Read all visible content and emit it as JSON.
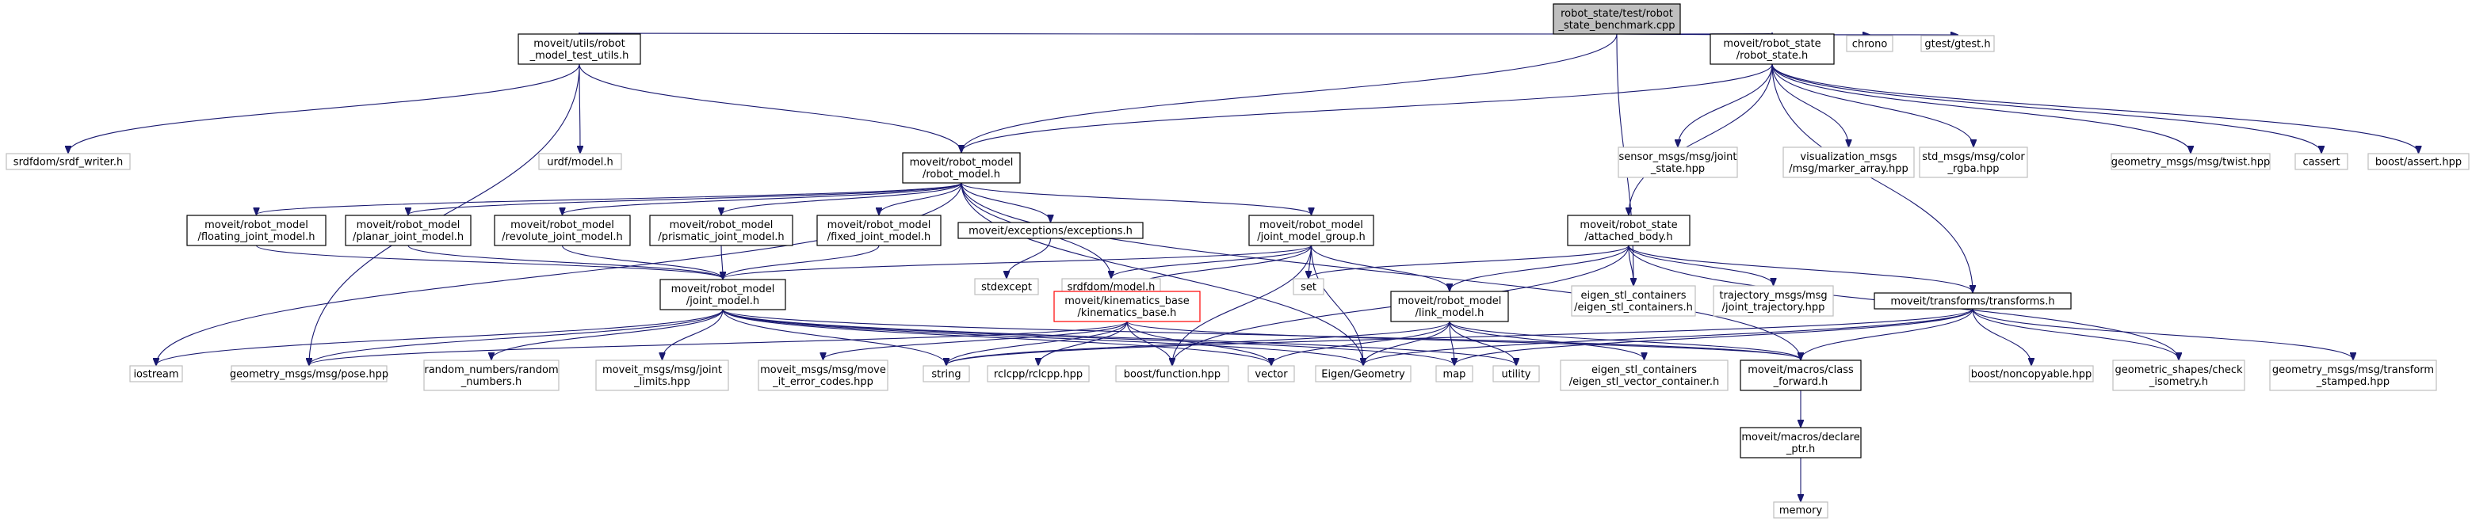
{
  "graph": {
    "colors": {
      "root_fill": "#bfbfbf",
      "root_stroke": "#000000",
      "internal_stroke": "#000000",
      "external_stroke": "#bfbfbf",
      "missing_stroke": "#ff0000",
      "edge": "#191970"
    },
    "nodes": [
      {
        "id": "root",
        "kind": "root",
        "lines": [
          "robot_state/test/robot",
          "_state_benchmark.cpp"
        ]
      },
      {
        "id": "test_utils",
        "kind": "internal",
        "lines": [
          "moveit/utils/robot",
          "_model_test_utils.h"
        ]
      },
      {
        "id": "robot_state_h",
        "kind": "internal",
        "lines": [
          "moveit/robot_state",
          "/robot_state.h"
        ]
      },
      {
        "id": "chrono",
        "kind": "external",
        "lines": [
          "chrono"
        ]
      },
      {
        "id": "gtest",
        "kind": "external",
        "lines": [
          "gtest/gtest.h"
        ]
      },
      {
        "id": "srdf_writer",
        "kind": "external",
        "lines": [
          "srdfdom/srdf_writer.h"
        ]
      },
      {
        "id": "urdf_model",
        "kind": "external",
        "lines": [
          "urdf/model.h"
        ]
      },
      {
        "id": "robot_model_h",
        "kind": "internal",
        "lines": [
          "moveit/robot_model",
          "/robot_model.h"
        ]
      },
      {
        "id": "sensor_js",
        "kind": "external",
        "lines": [
          "sensor_msgs/msg/joint",
          "_state.hpp"
        ]
      },
      {
        "id": "viz_marker",
        "kind": "external",
        "lines": [
          "visualization_msgs",
          "/msg/marker_array.hpp"
        ]
      },
      {
        "id": "std_color",
        "kind": "external",
        "lines": [
          "std_msgs/msg/color",
          "_rgba.hpp"
        ]
      },
      {
        "id": "twist",
        "kind": "external",
        "lines": [
          "geometry_msgs/msg/twist.hpp"
        ]
      },
      {
        "id": "cassert",
        "kind": "external",
        "lines": [
          "cassert"
        ]
      },
      {
        "id": "boost_assert",
        "kind": "external",
        "lines": [
          "boost/assert.hpp"
        ]
      },
      {
        "id": "floating",
        "kind": "internal",
        "lines": [
          "moveit/robot_model",
          "/floating_joint_model.h"
        ]
      },
      {
        "id": "planar",
        "kind": "internal",
        "lines": [
          "moveit/robot_model",
          "/planar_joint_model.h"
        ]
      },
      {
        "id": "revolute",
        "kind": "internal",
        "lines": [
          "moveit/robot_model",
          "/revolute_joint_model.h"
        ]
      },
      {
        "id": "prismatic",
        "kind": "internal",
        "lines": [
          "moveit/robot_model",
          "/prismatic_joint_model.h"
        ]
      },
      {
        "id": "fixed",
        "kind": "internal",
        "lines": [
          "moveit/robot_model",
          "/fixed_joint_model.h"
        ]
      },
      {
        "id": "exceptions",
        "kind": "internal",
        "lines": [
          "moveit/exceptions/exceptions.h"
        ]
      },
      {
        "id": "jmg",
        "kind": "internal",
        "lines": [
          "moveit/robot_model",
          "/joint_model_group.h"
        ]
      },
      {
        "id": "attached",
        "kind": "internal",
        "lines": [
          "moveit/robot_state",
          "/attached_body.h"
        ]
      },
      {
        "id": "stdexcept",
        "kind": "external",
        "lines": [
          "stdexcept"
        ]
      },
      {
        "id": "srdf_model",
        "kind": "external",
        "lines": [
          "srdfdom/model.h"
        ]
      },
      {
        "id": "kin_base",
        "kind": "missing",
        "lines": [
          "moveit/kinematics_base",
          "/kinematics_base.h"
        ]
      },
      {
        "id": "set",
        "kind": "external",
        "lines": [
          "set"
        ]
      },
      {
        "id": "link_model",
        "kind": "internal",
        "lines": [
          "moveit/robot_model",
          "/link_model.h"
        ]
      },
      {
        "id": "eigen_stl",
        "kind": "external",
        "lines": [
          "eigen_stl_containers",
          "/eigen_stl_containers.h"
        ]
      },
      {
        "id": "traj_msgs",
        "kind": "external",
        "lines": [
          "trajectory_msgs/msg",
          "/joint_trajectory.hpp"
        ]
      },
      {
        "id": "transforms",
        "kind": "internal",
        "lines": [
          "moveit/transforms/transforms.h"
        ]
      },
      {
        "id": "joint_model",
        "kind": "internal",
        "lines": [
          "moveit/robot_model",
          "/joint_model.h"
        ]
      },
      {
        "id": "iostream",
        "kind": "external",
        "lines": [
          "iostream"
        ]
      },
      {
        "id": "pose",
        "kind": "external",
        "lines": [
          "geometry_msgs/msg/pose.hpp"
        ]
      },
      {
        "id": "rand_num",
        "kind": "external",
        "lines": [
          "random_numbers/random",
          "_numbers.h"
        ]
      },
      {
        "id": "joint_limits",
        "kind": "external",
        "lines": [
          "moveit_msgs/msg/joint",
          "_limits.hpp"
        ]
      },
      {
        "id": "move_err",
        "kind": "external",
        "lines": [
          "moveit_msgs/msg/move",
          "_it_error_codes.hpp"
        ]
      },
      {
        "id": "string",
        "kind": "external",
        "lines": [
          "string"
        ]
      },
      {
        "id": "rclcpp",
        "kind": "external",
        "lines": [
          "rclcpp/rclcpp.hpp"
        ]
      },
      {
        "id": "boost_function",
        "kind": "external",
        "lines": [
          "boost/function.hpp"
        ]
      },
      {
        "id": "vector",
        "kind": "external",
        "lines": [
          "vector"
        ]
      },
      {
        "id": "eigen_geom",
        "kind": "external",
        "lines": [
          "Eigen/Geometry"
        ]
      },
      {
        "id": "map",
        "kind": "external",
        "lines": [
          "map"
        ]
      },
      {
        "id": "utility",
        "kind": "external",
        "lines": [
          "utility"
        ]
      },
      {
        "id": "eigen_vec",
        "kind": "external",
        "lines": [
          "eigen_stl_containers",
          "/eigen_stl_vector_container.h"
        ]
      },
      {
        "id": "class_fwd",
        "kind": "internal",
        "lines": [
          "moveit/macros/class",
          "_forward.h"
        ]
      },
      {
        "id": "noncopyable",
        "kind": "external",
        "lines": [
          "boost/noncopyable.hpp"
        ]
      },
      {
        "id": "check_iso",
        "kind": "external",
        "lines": [
          "geometric_shapes/check",
          "_isometry.h"
        ]
      },
      {
        "id": "tf_stamped",
        "kind": "external",
        "lines": [
          "geometry_msgs/msg/transform",
          "_stamped.hpp"
        ]
      },
      {
        "id": "declare_ptr",
        "kind": "internal",
        "lines": [
          "moveit/macros/declare",
          "_ptr.h"
        ]
      },
      {
        "id": "memory",
        "kind": "external",
        "lines": [
          "memory"
        ]
      }
    ],
    "edges": [
      [
        "root",
        "test_utils"
      ],
      [
        "root",
        "robot_model_h"
      ],
      [
        "root",
        "robot_state_h"
      ],
      [
        "root",
        "chrono"
      ],
      [
        "root",
        "gtest"
      ],
      [
        "root",
        "eigen_stl"
      ],
      [
        "test_utils",
        "srdf_writer"
      ],
      [
        "test_utils",
        "urdf_model"
      ],
      [
        "test_utils",
        "robot_model_h"
      ],
      [
        "test_utils",
        "pose"
      ],
      [
        "robot_state_h",
        "robot_model_h"
      ],
      [
        "robot_state_h",
        "sensor_js"
      ],
      [
        "robot_state_h",
        "viz_marker"
      ],
      [
        "robot_state_h",
        "std_color"
      ],
      [
        "robot_state_h",
        "twist"
      ],
      [
        "robot_state_h",
        "cassert"
      ],
      [
        "robot_state_h",
        "boost_assert"
      ],
      [
        "robot_state_h",
        "attached"
      ],
      [
        "robot_state_h",
        "transforms"
      ],
      [
        "robot_model_h",
        "floating"
      ],
      [
        "robot_model_h",
        "planar"
      ],
      [
        "robot_model_h",
        "revolute"
      ],
      [
        "robot_model_h",
        "prismatic"
      ],
      [
        "robot_model_h",
        "fixed"
      ],
      [
        "robot_model_h",
        "exceptions"
      ],
      [
        "robot_model_h",
        "jmg"
      ],
      [
        "robot_model_h",
        "srdf_model"
      ],
      [
        "robot_model_h",
        "iostream"
      ],
      [
        "robot_model_h",
        "eigen_geom"
      ],
      [
        "robot_model_h",
        "class_fwd"
      ],
      [
        "floating",
        "joint_model"
      ],
      [
        "planar",
        "joint_model"
      ],
      [
        "revolute",
        "joint_model"
      ],
      [
        "prismatic",
        "joint_model"
      ],
      [
        "fixed",
        "joint_model"
      ],
      [
        "exceptions",
        "stdexcept"
      ],
      [
        "jmg",
        "joint_model"
      ],
      [
        "jmg",
        "srdf_model"
      ],
      [
        "jmg",
        "kin_base"
      ],
      [
        "jmg",
        "set"
      ],
      [
        "jmg",
        "link_model"
      ],
      [
        "jmg",
        "boost_function"
      ],
      [
        "jmg",
        "eigen_geom"
      ],
      [
        "attached",
        "link_model"
      ],
      [
        "attached",
        "set"
      ],
      [
        "attached",
        "eigen_stl"
      ],
      [
        "attached",
        "traj_msgs"
      ],
      [
        "attached",
        "transforms"
      ],
      [
        "attached",
        "boost_function"
      ],
      [
        "attached",
        "check_iso"
      ],
      [
        "transforms",
        "class_fwd"
      ],
      [
        "transforms",
        "noncopyable"
      ],
      [
        "transforms",
        "tf_stamped"
      ],
      [
        "transforms",
        "check_iso"
      ],
      [
        "transforms",
        "map"
      ],
      [
        "transforms",
        "string"
      ],
      [
        "transforms",
        "eigen_geom"
      ],
      [
        "joint_model",
        "iostream"
      ],
      [
        "joint_model",
        "pose"
      ],
      [
        "joint_model",
        "rand_num"
      ],
      [
        "joint_model",
        "joint_limits"
      ],
      [
        "joint_model",
        "string"
      ],
      [
        "joint_model",
        "vector"
      ],
      [
        "joint_model",
        "eigen_geom"
      ],
      [
        "joint_model",
        "map"
      ],
      [
        "joint_model",
        "class_fwd"
      ],
      [
        "joint_model",
        "utility"
      ],
      [
        "kin_base",
        "move_err"
      ],
      [
        "kin_base",
        "string"
      ],
      [
        "kin_base",
        "rclcpp"
      ],
      [
        "kin_base",
        "boost_function"
      ],
      [
        "kin_base",
        "vector"
      ],
      [
        "kin_base",
        "pose"
      ],
      [
        "kin_base",
        "class_fwd"
      ],
      [
        "link_model",
        "string"
      ],
      [
        "link_model",
        "vector"
      ],
      [
        "link_model",
        "eigen_geom"
      ],
      [
        "link_model",
        "map"
      ],
      [
        "link_model",
        "utility"
      ],
      [
        "link_model",
        "eigen_vec"
      ],
      [
        "link_model",
        "class_fwd"
      ],
      [
        "class_fwd",
        "declare_ptr"
      ],
      [
        "declare_ptr",
        "memory"
      ]
    ]
  }
}
